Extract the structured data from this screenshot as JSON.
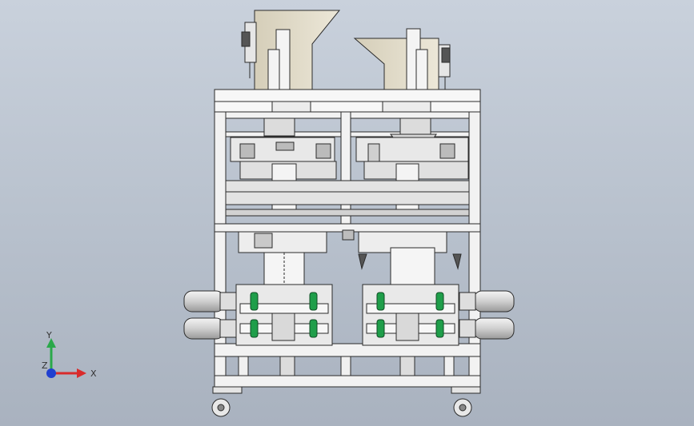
{
  "view": {
    "triad": {
      "y_label": "Y",
      "x_label": "X",
      "z_label": "Z",
      "x_color": "#d92b2b",
      "y_color": "#2aa84a",
      "z_color": "#2040d0"
    },
    "colors": {
      "background_top": "#c9d1dc",
      "frame": "#f2f2f2",
      "edge": "#2b2b2b",
      "hopper": "#e2dccb",
      "motor": "#d8d8d8",
      "accent_green": "#1f9e4a"
    }
  }
}
